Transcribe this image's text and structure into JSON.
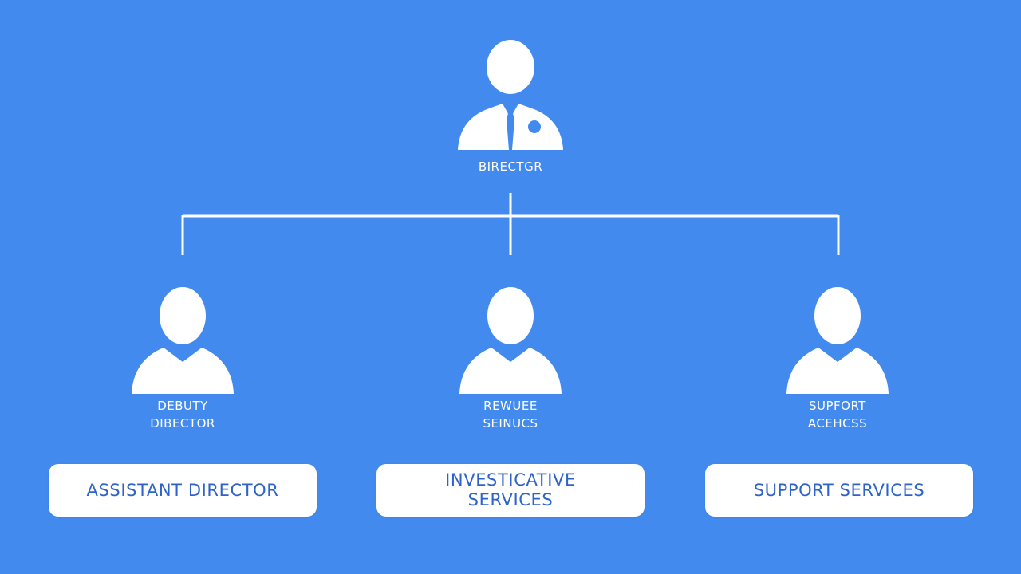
{
  "colors": {
    "background": "#428AEE",
    "foreground": "#FFFFFF",
    "box_text": "#2E63C9"
  },
  "top": {
    "label": "BIRECTGR",
    "icon": "person-with-tie-icon"
  },
  "children": [
    {
      "label_lines": [
        "DEBUTY",
        "DIBECTOR"
      ],
      "box_lines": [
        "ASSISTANT DIRECTOR"
      ],
      "icon": "person-icon"
    },
    {
      "label_lines": [
        "REWUEE",
        "SEINUCS"
      ],
      "box_lines": [
        "INVESTICATIVE",
        "SERVICES"
      ],
      "icon": "person-icon"
    },
    {
      "label_lines": [
        "SUPFORT",
        "ACEHCSS"
      ],
      "box_lines": [
        "SUPPORT SERVICES"
      ],
      "icon": "person-icon"
    }
  ]
}
